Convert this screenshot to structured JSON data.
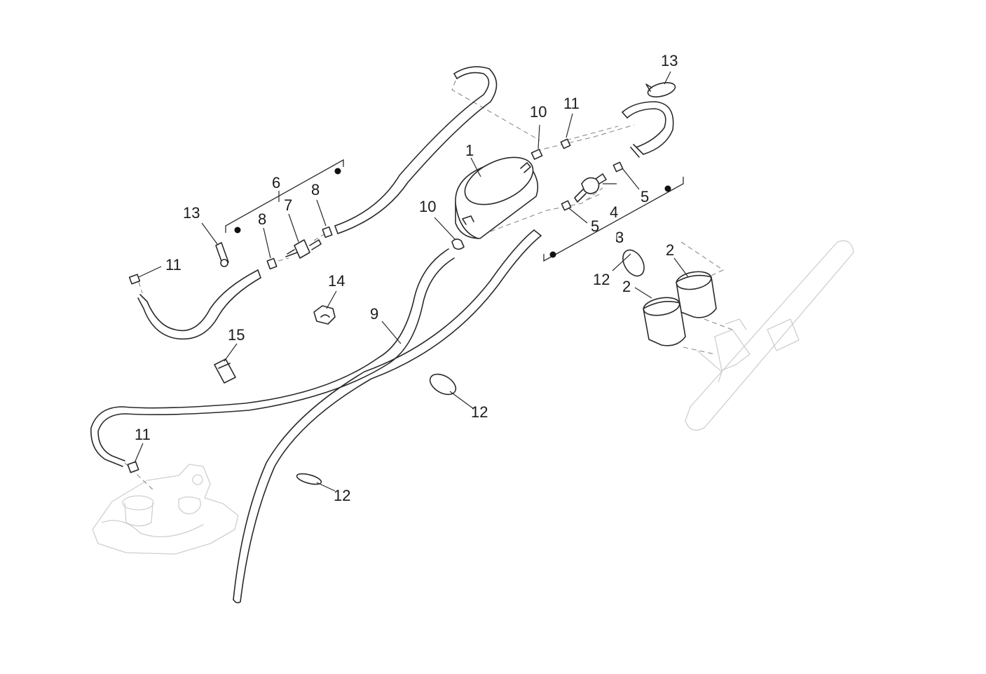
{
  "callouts": [
    {
      "id": "c1",
      "text": "1"
    },
    {
      "id": "c2a",
      "text": "2"
    },
    {
      "id": "c2b",
      "text": "2"
    },
    {
      "id": "c3",
      "text": "3"
    },
    {
      "id": "c4",
      "text": "4"
    },
    {
      "id": "c5a",
      "text": "5"
    },
    {
      "id": "c5b",
      "text": "5"
    },
    {
      "id": "c6",
      "text": "6"
    },
    {
      "id": "c7",
      "text": "7"
    },
    {
      "id": "c8a",
      "text": "8"
    },
    {
      "id": "c8b",
      "text": "8"
    },
    {
      "id": "c9",
      "text": "9"
    },
    {
      "id": "c10a",
      "text": "10"
    },
    {
      "id": "c10b",
      "text": "10"
    },
    {
      "id": "c11a",
      "text": "11"
    },
    {
      "id": "c11b",
      "text": "11"
    },
    {
      "id": "c11c",
      "text": "11"
    },
    {
      "id": "c12a",
      "text": "12"
    },
    {
      "id": "c12b",
      "text": "12"
    },
    {
      "id": "c12c",
      "text": "12"
    },
    {
      "id": "c13a",
      "text": "13"
    },
    {
      "id": "c13b",
      "text": "13"
    },
    {
      "id": "c14",
      "text": "14"
    },
    {
      "id": "c15",
      "text": "15"
    }
  ],
  "colors": {
    "line": "#2a2a2a",
    "ghost": "#cfcfcf",
    "dash": "#8a8a8a",
    "background": "#ffffff"
  }
}
